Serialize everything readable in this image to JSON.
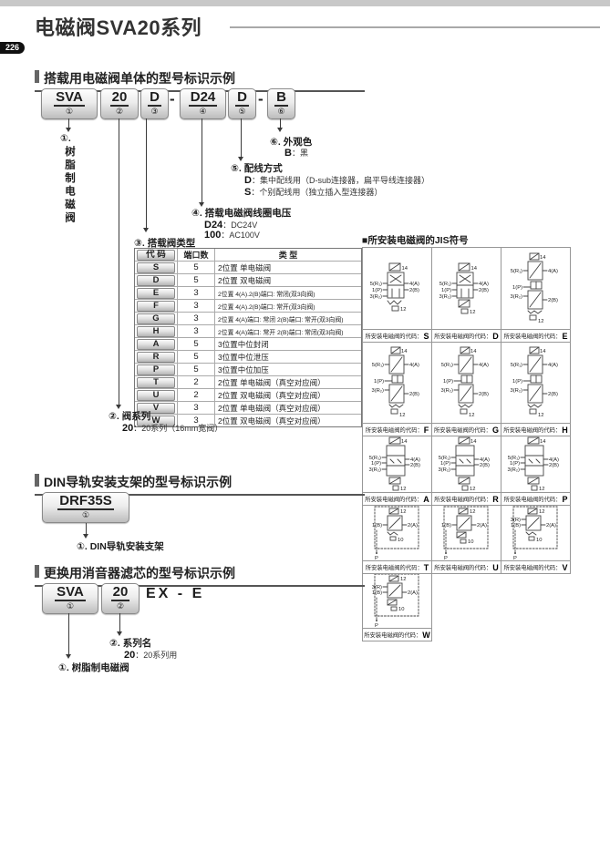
{
  "page": {
    "title": "电磁阀SVA20系列",
    "number": "226"
  },
  "misc": {
    "dash": "-",
    "colon": "："
  },
  "sections": {
    "s1": {
      "title": "搭载用电磁阀单体的型号标识示例"
    },
    "s2": {
      "title": "DIN导轨安装支架的型号标识示例"
    },
    "s3": {
      "title": "更换用消音器滤芯的型号标识示例"
    }
  },
  "model1": {
    "boxes": [
      {
        "code": "SVA",
        "num": "①"
      },
      {
        "code": "20",
        "num": "②"
      },
      {
        "code": "D",
        "num": "③"
      },
      {
        "code": "D24",
        "num": "④"
      },
      {
        "code": "D",
        "num": "⑤"
      },
      {
        "code": "B",
        "num": "⑥"
      }
    ]
  },
  "callouts": {
    "c1": {
      "label": "①.",
      "vertical": "树脂制电磁阀"
    },
    "c2": {
      "title": "②. 阀系列",
      "items": [
        {
          "k": "20",
          "v": "20系列（16mm宽阀）"
        }
      ]
    },
    "c3": {
      "title": "③. 搭载阀类型"
    },
    "c4": {
      "title": "④. 搭载电磁阀线圈电压",
      "items": [
        {
          "k": "D24",
          "v": "DC24V"
        },
        {
          "k": "100",
          "v": "AC100V"
        }
      ]
    },
    "c5": {
      "title": "⑤. 配线方式",
      "items": [
        {
          "k": "D",
          "v": "集中配线用（D-sub连接器，扁平导线连接器）"
        },
        {
          "k": "S",
          "v": "个别配线用（独立插入型连接器）"
        }
      ]
    },
    "c6": {
      "title": "⑥. 外观色",
      "items": [
        {
          "k": "B",
          "v": "黑"
        }
      ]
    }
  },
  "valve_table": {
    "headers": [
      "代 码",
      "端口数",
      "类 型"
    ],
    "rows": [
      {
        "code": "S",
        "ports": "5",
        "type": "2位置 单电磁阀"
      },
      {
        "code": "D",
        "ports": "5",
        "type": "2位置 双电磁阀"
      },
      {
        "code": "E",
        "ports": "3",
        "type": "2位置 4(A).2(B)端口: 常闭(双3向阀)"
      },
      {
        "code": "F",
        "ports": "3",
        "type": "2位置 4(A).2(B)端口: 常开(双3向阀)"
      },
      {
        "code": "G",
        "ports": "3",
        "type": "2位置 4(A)端口: 常闭 2(B)端口: 常开(双3向阀)"
      },
      {
        "code": "H",
        "ports": "3",
        "type": "2位置 4(A)端口: 常开 2(B)端口: 常闭(双3向阀)"
      },
      {
        "code": "A",
        "ports": "5",
        "type": "3位置中位封闭"
      },
      {
        "code": "R",
        "ports": "5",
        "type": "3位置中位泄压"
      },
      {
        "code": "P",
        "ports": "5",
        "type": "3位置中位加压"
      },
      {
        "code": "T",
        "ports": "2",
        "type": "2位置 单电磁阀（真空对应阀）"
      },
      {
        "code": "U",
        "ports": "2",
        "type": "2位置 双电磁阀（真空对应阀）"
      },
      {
        "code": "V",
        "ports": "3",
        "type": "2位置 单电磁阀（真空对应阀）"
      },
      {
        "code": "W",
        "ports": "3",
        "type": "2位置 双电磁阀（真空对应阀）"
      }
    ]
  },
  "jis": {
    "title": "■所安装电磁阀的JIS符号",
    "caption_prefix": "所安装电磁阀的代码：",
    "ports": {
      "p14": "14",
      "p12": "12",
      "p10": "10",
      "r1": "5(R₁)",
      "p": "1(P)",
      "r2": "3(R₂)",
      "a": "4(A)",
      "b": "2(B)",
      "vb": "1(B)",
      "va": "2(A)",
      "vr": "3(R)",
      "vp": "P"
    },
    "cells": [
      {
        "code": "S",
        "sym": "s5"
      },
      {
        "code": "D",
        "sym": "d5"
      },
      {
        "code": "E",
        "sym": "tall"
      },
      {
        "code": "F",
        "sym": "tall"
      },
      {
        "code": "G",
        "sym": "tall"
      },
      {
        "code": "H",
        "sym": "tall"
      },
      {
        "code": "A",
        "sym": "pos3"
      },
      {
        "code": "R",
        "sym": "pos3"
      },
      {
        "code": "P",
        "sym": "pos3"
      },
      {
        "code": "T",
        "sym": "vacS"
      },
      {
        "code": "U",
        "sym": "vacD"
      },
      {
        "code": "V",
        "sym": "vac3S"
      },
      {
        "code": "W",
        "sym": "vac3D"
      }
    ]
  },
  "din": {
    "box_code": "DRF35S",
    "box_num": "①",
    "callout": "①. DIN导轨安装支架"
  },
  "muffler": {
    "boxes": [
      {
        "code": "SVA",
        "num": "①"
      },
      {
        "code": "20",
        "num": "②"
      }
    ],
    "suffix": "EX - E",
    "c2": {
      "title": "②. 系列名",
      "items": [
        {
          "k": "20",
          "v": "20系列用"
        }
      ]
    },
    "c1": {
      "title": "①. 树脂制电磁阀"
    }
  }
}
